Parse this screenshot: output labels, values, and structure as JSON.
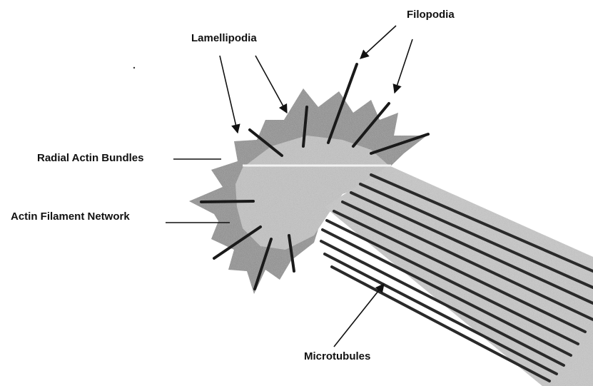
{
  "diagram": {
    "labels": {
      "filopodia": "Filopodia",
      "lamellipodia": "Lamellipodia",
      "radial_actin_bundles": "Radial Actin Bundles",
      "actin_filament_network": "Actin Filament Network",
      "microtubules": "Microtubules"
    },
    "colors": {
      "ink": "#111111",
      "lamellipodia_fill": "#8a8a8a",
      "network_fill": "#bdbdbd",
      "microtubule_line": "#2a2a2a",
      "background": "#ffffff"
    }
  }
}
